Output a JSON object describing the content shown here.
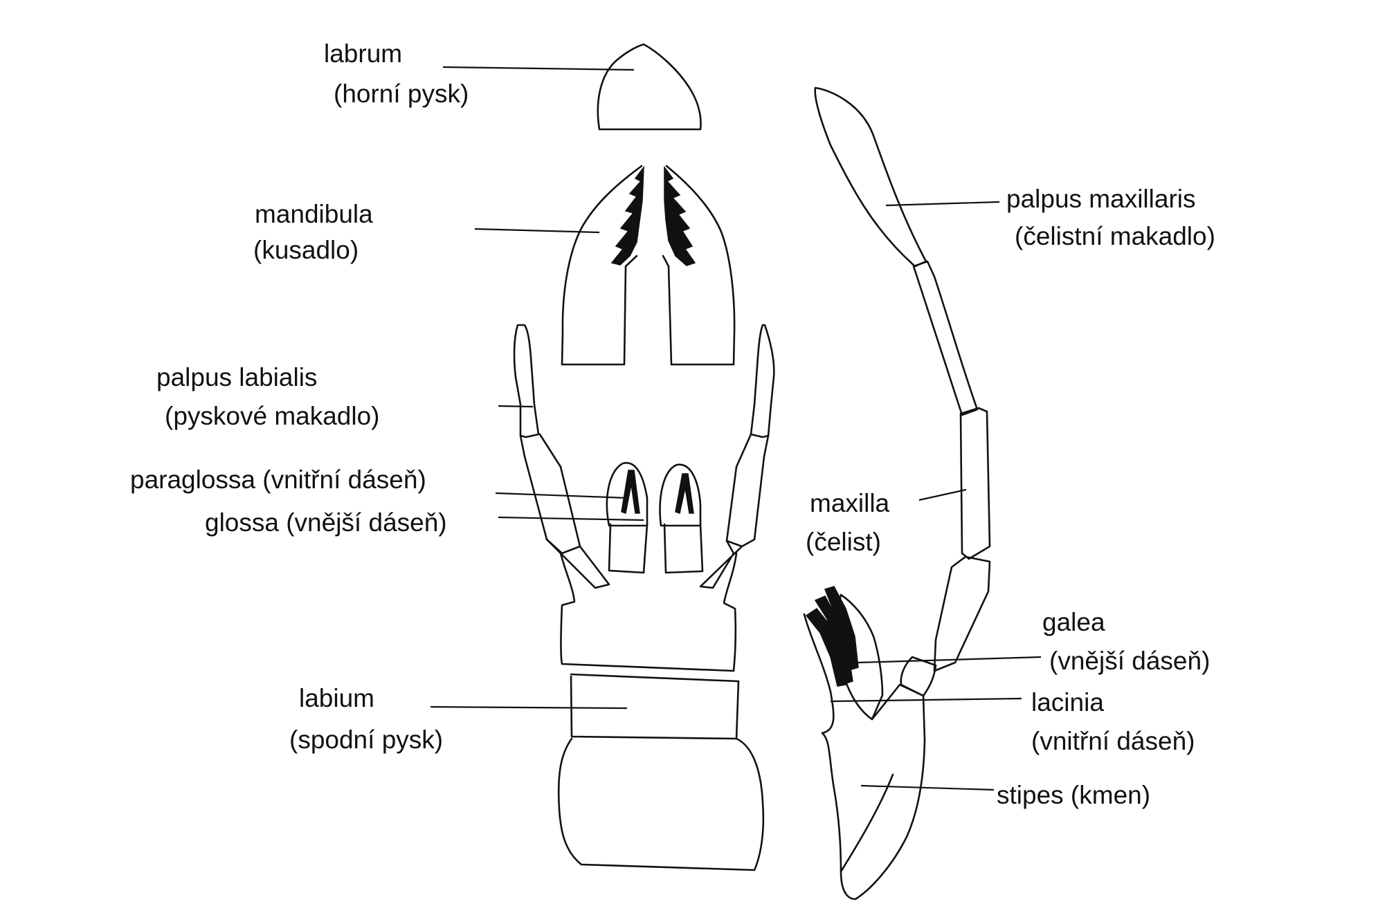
{
  "labels": {
    "labrum": {
      "name": "labrum",
      "czech": "(horní pysk)"
    },
    "mandibula": {
      "name": "mandibula",
      "czech": "(kusadlo)"
    },
    "palpus_labialis": {
      "name": "palpus labialis",
      "czech": "(pyskové makadlo)"
    },
    "paraglossa": {
      "text": "paraglossa (vnitřní dáseň)"
    },
    "glossa": {
      "text": "glossa (vnější dáseň)"
    },
    "labium": {
      "name": "labium",
      "czech": "(spodní pysk)"
    },
    "palpus_maxillaris": {
      "name": "palpus maxillaris",
      "czech": "(čelistní makadlo)"
    },
    "maxilla": {
      "name": "maxilla",
      "czech": "(čelist)"
    },
    "galea": {
      "name": "galea",
      "czech": "(vnější dáseň)"
    },
    "lacinia": {
      "name": "lacinia",
      "czech": "(vnitřní dáseň)"
    },
    "stipes": {
      "text": "stipes (kmen)"
    }
  },
  "colors": {
    "ink": "#111111",
    "paper": "#ffffff"
  }
}
